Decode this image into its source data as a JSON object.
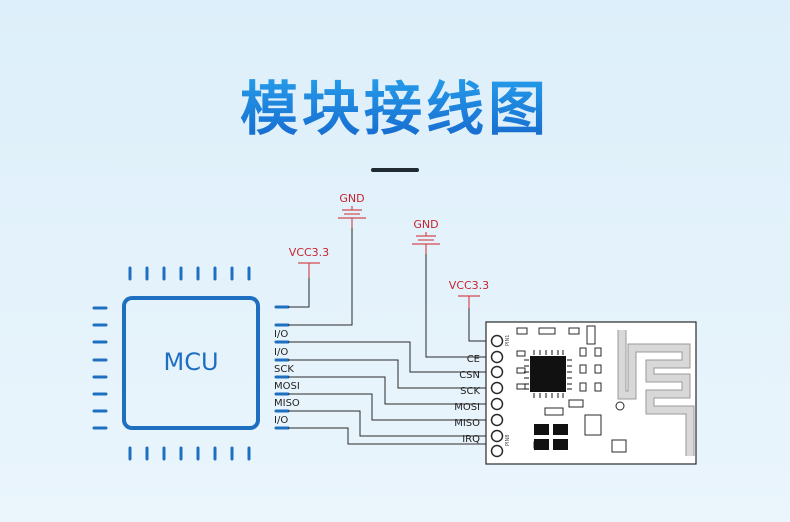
{
  "title": "模块接线图",
  "mcu": {
    "label": "MCU",
    "pins": [
      {
        "label": ""
      },
      {
        "label": "I/O"
      },
      {
        "label": "I/O"
      },
      {
        "label": "SCK"
      },
      {
        "label": "MOSI"
      },
      {
        "label": "MISO"
      },
      {
        "label": "I/O"
      }
    ]
  },
  "power": {
    "mcu_vcc": "VCC3.3",
    "mcu_gnd": "GND",
    "module_gnd": "GND",
    "module_vcc": "VCC3.3"
  },
  "module": {
    "pins": [
      "CE",
      "CSN",
      "SCK",
      "MOSI",
      "MISO",
      "IRQ"
    ],
    "pin1_label": "PIN1",
    "pin8_label": "PIN8"
  },
  "colors": {
    "accent": "#1f6fc0",
    "wire": "#2a2a2a",
    "power_label": "#c8242e",
    "power_symbol": "#d44a52",
    "title_top": "#29a7f0",
    "title_bottom": "#1566cc"
  }
}
